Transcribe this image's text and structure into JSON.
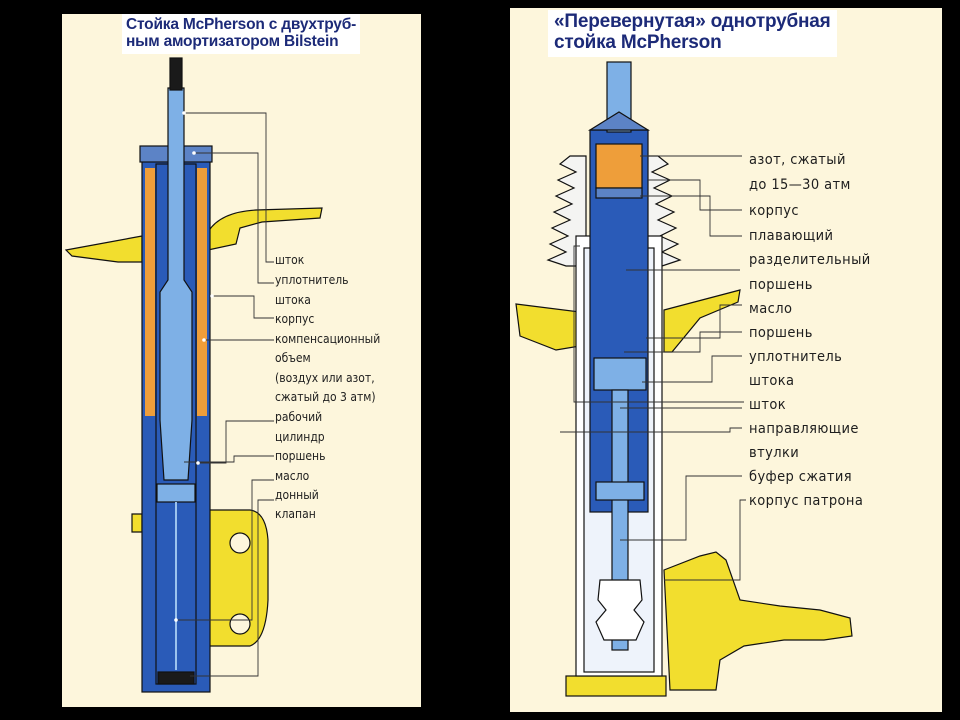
{
  "left_diagram": {
    "title": "Стойка McPherson с двухтруб-\nным амортизатором Bilstein",
    "labels": [
      "шток",
      "уплотнитель",
      "штока",
      "корпус",
      "компенсационный",
      "объем",
      "(воздух или азот,",
      "сжатый до 3 атм)",
      "рабочий",
      "цилиндр",
      "поршень",
      "масло",
      "донный",
      "клапан"
    ]
  },
  "right_diagram": {
    "title": "«Перевернутая» однотрубная\nстойка McPherson",
    "labels": [
      "азот, сжатый",
      "до 15—30 атм",
      "корпус",
      "плавающий",
      "разделительный",
      "поршень",
      "масло",
      "поршень",
      "уплотнитель",
      "штока",
      "шток",
      "направляющие",
      "втулки",
      "буфер сжатия",
      "корпус патрона"
    ]
  },
  "colors": {
    "background": "#000000",
    "panel": "#fdf6dc",
    "title_text": "#1c2a78",
    "oil_blue": "#2a5bb8",
    "rod_light_blue": "#7eb0e6",
    "gas_orange": "#ee9e3a",
    "mount_yellow": "#f2de2e",
    "outline": "#111111"
  }
}
